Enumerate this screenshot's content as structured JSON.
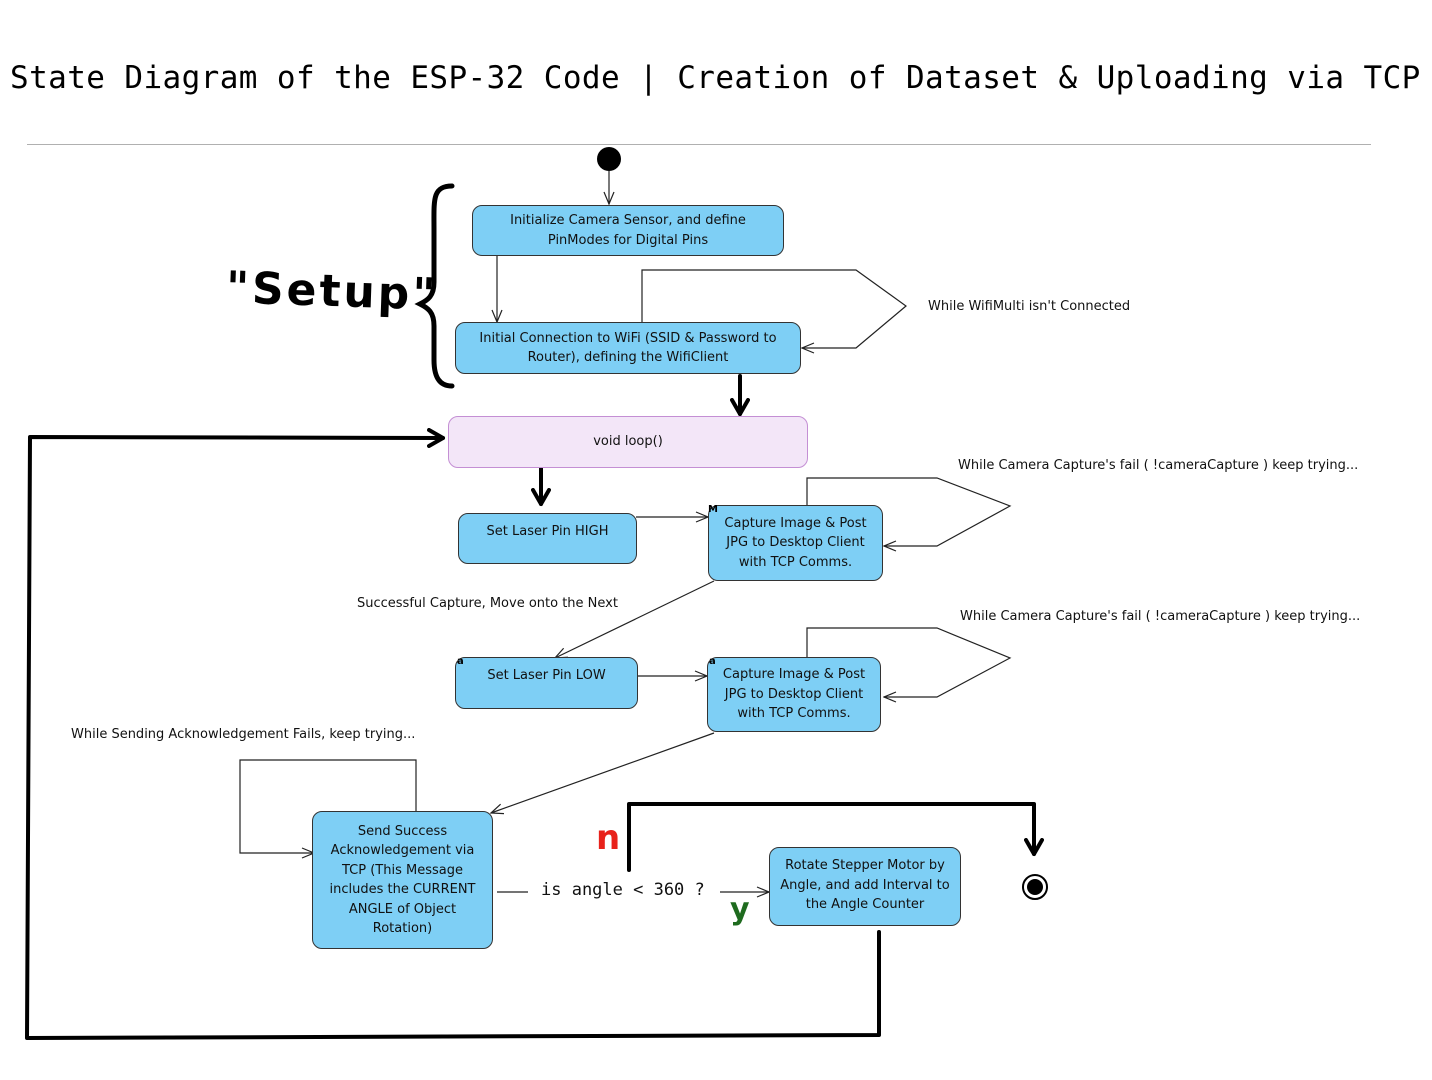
{
  "title": "State Diagram of the ESP-32 Code | Creation of Dataset & Uploading via TCP",
  "setup_label": "\"Setup\"",
  "nodes": {
    "init_camera": "Initialize Camera Sensor, and define PinModes for Digital Pins",
    "wifi_connect": "Initial Connection to WiFi (SSID & Password to Router), defining the WifiClient",
    "void_loop": "void loop()",
    "laser_high": "Set Laser Pin HIGH",
    "capture_1": "Capture Image & Post JPG to Desktop Client with TCP Comms.",
    "laser_low": "Set Laser Pin LOW",
    "capture_2": "Capture Image & Post JPG to Desktop Client with TCP Comms.",
    "send_ack": "Send Success Acknowledgement via TCP (This Message includes the CURRENT ANGLE of Object Rotation)",
    "rotate": "Rotate Stepper Motor by Angle, and add Interval to the Angle Counter"
  },
  "corner_marks": {
    "capture_1": "M",
    "laser_low": "a",
    "capture_2": "a"
  },
  "labels": {
    "wifi_loop": "While WifiMulti isn't Connected",
    "capture_loop_1": "While Camera Capture's fail ( !cameraCapture ) keep trying...",
    "capture_loop_2": "While Camera Capture's fail ( !cameraCapture ) keep trying...",
    "successful_capture": "Successful Capture, Move onto the Next",
    "ack_loop": "While Sending Acknowledgement Fails, keep trying...",
    "decision": "is angle < 360 ?",
    "branch_no": "n",
    "branch_yes": "y"
  },
  "colors": {
    "node_fill": "#7ecff5",
    "loop_fill": "#f3e6f8",
    "loop_border": "#c48fd4",
    "no_branch": "#e8221b",
    "yes_branch": "#1f6b1f"
  }
}
